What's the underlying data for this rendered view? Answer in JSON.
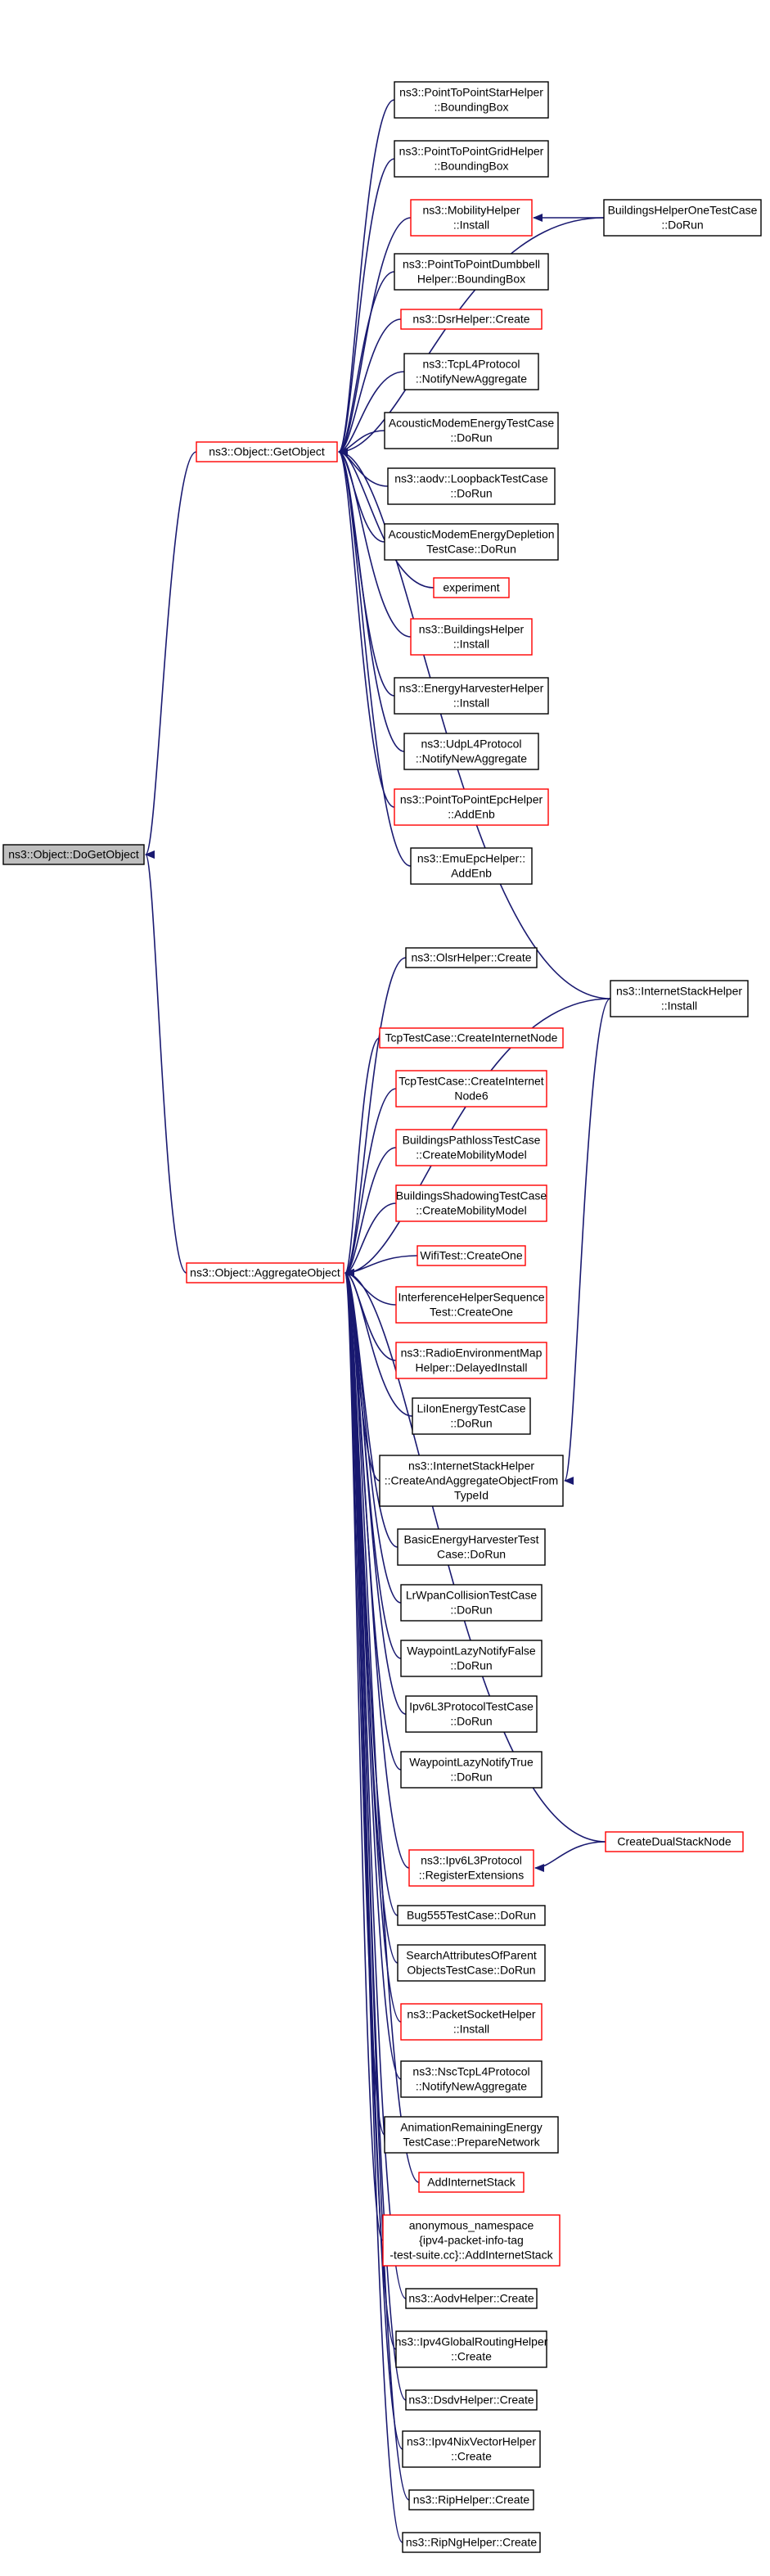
{
  "colors": {
    "edge": "#191970",
    "root_fill": "#bfbfbf",
    "border_black": "#000000",
    "border_red": "#ff0000",
    "node_fill": "#ffffff"
  },
  "nodes": [
    {
      "id": "dogetobject",
      "lines": [
        "ns3::Object::DoGetObject"
      ],
      "style": "root"
    },
    {
      "id": "getobject",
      "lines": [
        "ns3::Object::GetObject"
      ],
      "style": "red"
    },
    {
      "id": "aggregateobject",
      "lines": [
        "ns3::Object::AggregateObject"
      ],
      "style": "red"
    },
    {
      "id": "p2pstar",
      "lines": [
        "ns3::PointToPointStarHelper",
        "::BoundingBox"
      ],
      "style": "black"
    },
    {
      "id": "p2pgrid",
      "lines": [
        "ns3::PointToPointGridHelper",
        "::BoundingBox"
      ],
      "style": "black"
    },
    {
      "id": "mobilityhelper",
      "lines": [
        "ns3::MobilityHelper",
        "::Install"
      ],
      "style": "red"
    },
    {
      "id": "p2pdumbbell",
      "lines": [
        "ns3::PointToPointDumbbell",
        "Helper::BoundingBox"
      ],
      "style": "black"
    },
    {
      "id": "dsrhelper",
      "lines": [
        "ns3::DsrHelper::Create"
      ],
      "style": "red"
    },
    {
      "id": "tcpl4",
      "lines": [
        "ns3::TcpL4Protocol",
        "::NotifyNewAggregate"
      ],
      "style": "black"
    },
    {
      "id": "acousticenergy",
      "lines": [
        "AcousticModemEnergyTestCase",
        "::DoRun"
      ],
      "style": "black"
    },
    {
      "id": "aodvloopback",
      "lines": [
        "ns3::aodv::LoopbackTestCase",
        "::DoRun"
      ],
      "style": "black"
    },
    {
      "id": "acousticdepletion",
      "lines": [
        "AcousticModemEnergyDepletion",
        "TestCase::DoRun"
      ],
      "style": "black"
    },
    {
      "id": "experiment",
      "lines": [
        "experiment"
      ],
      "style": "red"
    },
    {
      "id": "buildingshelper",
      "lines": [
        "ns3::BuildingsHelper",
        "::Install"
      ],
      "style": "red"
    },
    {
      "id": "energyharvester",
      "lines": [
        "ns3::EnergyHarvesterHelper",
        "::Install"
      ],
      "style": "black"
    },
    {
      "id": "udpl4",
      "lines": [
        "ns3::UdpL4Protocol",
        "::NotifyNewAggregate"
      ],
      "style": "black"
    },
    {
      "id": "p2pepc",
      "lines": [
        "ns3::PointToPointEpcHelper",
        "::AddEnb"
      ],
      "style": "red"
    },
    {
      "id": "emuepc",
      "lines": [
        "ns3::EmuEpcHelper::",
        "AddEnb"
      ],
      "style": "black"
    },
    {
      "id": "olsrhelper",
      "lines": [
        "ns3::OlsrHelper::Create"
      ],
      "style": "black"
    },
    {
      "id": "tcpcreatenode",
      "lines": [
        "TcpTestCase::CreateInternetNode"
      ],
      "style": "red"
    },
    {
      "id": "tcpcreatenode6",
      "lines": [
        "TcpTestCase::CreateInternet",
        "Node6"
      ],
      "style": "red"
    },
    {
      "id": "buildingspathloss",
      "lines": [
        "BuildingsPathlossTestCase",
        "::CreateMobilityModel"
      ],
      "style": "red"
    },
    {
      "id": "buildingsshadowing",
      "lines": [
        "BuildingsShadowingTestCase",
        "::CreateMobilityModel"
      ],
      "style": "red"
    },
    {
      "id": "wifitest",
      "lines": [
        "WifiTest::CreateOne"
      ],
      "style": "red"
    },
    {
      "id": "interferencehelper",
      "lines": [
        "InterferenceHelperSequence",
        "Test::CreateOne"
      ],
      "style": "red"
    },
    {
      "id": "remhelper",
      "lines": [
        "ns3::RadioEnvironmentMap",
        "Helper::DelayedInstall"
      ],
      "style": "red"
    },
    {
      "id": "liion",
      "lines": [
        "LiIonEnergyTestCase",
        "::DoRun"
      ],
      "style": "black"
    },
    {
      "id": "internetstackcreate",
      "lines": [
        "ns3::InternetStackHelper",
        "::CreateAndAggregateObjectFrom",
        "TypeId"
      ],
      "style": "black"
    },
    {
      "id": "basicenergy",
      "lines": [
        "BasicEnergyHarvesterTest",
        "Case::DoRun"
      ],
      "style": "black"
    },
    {
      "id": "lrwpan",
      "lines": [
        "LrWpanCollisionTestCase",
        "::DoRun"
      ],
      "style": "black"
    },
    {
      "id": "waypointfalse",
      "lines": [
        "WaypointLazyNotifyFalse",
        "::DoRun"
      ],
      "style": "black"
    },
    {
      "id": "ipv6l3test",
      "lines": [
        "Ipv6L3ProtocolTestCase",
        "::DoRun"
      ],
      "style": "black"
    },
    {
      "id": "waypointtrue",
      "lines": [
        "WaypointLazyNotifyTrue",
        "::DoRun"
      ],
      "style": "black"
    },
    {
      "id": "ipv6l3register",
      "lines": [
        "ns3::Ipv6L3Protocol",
        "::RegisterExtensions"
      ],
      "style": "red"
    },
    {
      "id": "bug555",
      "lines": [
        "Bug555TestCase::DoRun"
      ],
      "style": "black"
    },
    {
      "id": "searchattributes",
      "lines": [
        "SearchAttributesOfParent",
        "ObjectsTestCase::DoRun"
      ],
      "style": "black"
    },
    {
      "id": "packetsocket",
      "lines": [
        "ns3::PacketSocketHelper",
        "::Install"
      ],
      "style": "red"
    },
    {
      "id": "nsctcpl4",
      "lines": [
        "ns3::NscTcpL4Protocol",
        "::NotifyNewAggregate"
      ],
      "style": "black"
    },
    {
      "id": "animationenergy",
      "lines": [
        "AnimationRemainingEnergy",
        "TestCase::PrepareNetwork"
      ],
      "style": "black"
    },
    {
      "id": "addinternetstack",
      "lines": [
        "AddInternetStack"
      ],
      "style": "red"
    },
    {
      "id": "anonymousaddstack",
      "lines": [
        "anonymous_namespace",
        "{ipv4-packet-info-tag",
        "-test-suite.cc}::AddInternetStack"
      ],
      "style": "red"
    },
    {
      "id": "aodvhelper",
      "lines": [
        "ns3::AodvHelper::Create"
      ],
      "style": "black"
    },
    {
      "id": "ipv4global",
      "lines": [
        "ns3::Ipv4GlobalRoutingHelper",
        "::Create"
      ],
      "style": "black"
    },
    {
      "id": "dsdvhelper",
      "lines": [
        "ns3::DsdvHelper::Create"
      ],
      "style": "black"
    },
    {
      "id": "ipv4nix",
      "lines": [
        "ns3::Ipv4NixVectorHelper",
        "::Create"
      ],
      "style": "black"
    },
    {
      "id": "riphelper",
      "lines": [
        "ns3::RipHelper::Create"
      ],
      "style": "black"
    },
    {
      "id": "ripnghelper",
      "lines": [
        "ns3::RipNgHelper::Create"
      ],
      "style": "black"
    },
    {
      "id": "buildingsonetest",
      "lines": [
        "BuildingsHelperOneTestCase",
        "::DoRun"
      ],
      "style": "black"
    },
    {
      "id": "internetstackinstall",
      "lines": [
        "ns3::InternetStackHelper",
        "::Install"
      ],
      "style": "black"
    },
    {
      "id": "createdualstack",
      "lines": [
        "CreateDualStackNode"
      ],
      "style": "red"
    }
  ],
  "edges": [
    [
      "getobject",
      "dogetobject"
    ],
    [
      "aggregateobject",
      "dogetobject"
    ],
    [
      "p2pstar",
      "getobject"
    ],
    [
      "p2pgrid",
      "getobject"
    ],
    [
      "mobilityhelper",
      "getobject"
    ],
    [
      "p2pdumbbell",
      "getobject"
    ],
    [
      "dsrhelper",
      "getobject"
    ],
    [
      "tcpl4",
      "getobject"
    ],
    [
      "acousticenergy",
      "getobject"
    ],
    [
      "aodvloopback",
      "getobject"
    ],
    [
      "acousticdepletion",
      "getobject"
    ],
    [
      "experiment",
      "getobject"
    ],
    [
      "buildingshelper",
      "getobject"
    ],
    [
      "energyharvester",
      "getobject"
    ],
    [
      "udpl4",
      "getobject"
    ],
    [
      "p2pepc",
      "getobject"
    ],
    [
      "emuepc",
      "getobject"
    ],
    [
      "buildingsonetest",
      "getobject"
    ],
    [
      "internetstackinstall",
      "getobject"
    ],
    [
      "olsrhelper",
      "aggregateobject"
    ],
    [
      "tcpcreatenode",
      "aggregateobject"
    ],
    [
      "tcpcreatenode6",
      "aggregateobject"
    ],
    [
      "buildingspathloss",
      "aggregateobject"
    ],
    [
      "buildingsshadowing",
      "aggregateobject"
    ],
    [
      "wifitest",
      "aggregateobject"
    ],
    [
      "interferencehelper",
      "aggregateobject"
    ],
    [
      "remhelper",
      "aggregateobject"
    ],
    [
      "liion",
      "aggregateobject"
    ],
    [
      "internetstackcreate",
      "aggregateobject"
    ],
    [
      "basicenergy",
      "aggregateobject"
    ],
    [
      "lrwpan",
      "aggregateobject"
    ],
    [
      "waypointfalse",
      "aggregateobject"
    ],
    [
      "ipv6l3test",
      "aggregateobject"
    ],
    [
      "waypointtrue",
      "aggregateobject"
    ],
    [
      "ipv6l3register",
      "aggregateobject"
    ],
    [
      "bug555",
      "aggregateobject"
    ],
    [
      "searchattributes",
      "aggregateobject"
    ],
    [
      "packetsocket",
      "aggregateobject"
    ],
    [
      "nsctcpl4",
      "aggregateobject"
    ],
    [
      "animationenergy",
      "aggregateobject"
    ],
    [
      "addinternetstack",
      "aggregateobject"
    ],
    [
      "anonymousaddstack",
      "aggregateobject"
    ],
    [
      "aodvhelper",
      "aggregateobject"
    ],
    [
      "ipv4global",
      "aggregateobject"
    ],
    [
      "dsdvhelper",
      "aggregateobject"
    ],
    [
      "ipv4nix",
      "aggregateobject"
    ],
    [
      "riphelper",
      "aggregateobject"
    ],
    [
      "ripnghelper",
      "aggregateobject"
    ],
    [
      "internetstackinstall",
      "aggregateobject"
    ],
    [
      "createdualstack",
      "aggregateobject"
    ],
    [
      "buildingsonetest",
      "mobilityhelper"
    ],
    [
      "internetstackinstall",
      "internetstackcreate"
    ],
    [
      "createdualstack",
      "ipv6l3register"
    ]
  ]
}
